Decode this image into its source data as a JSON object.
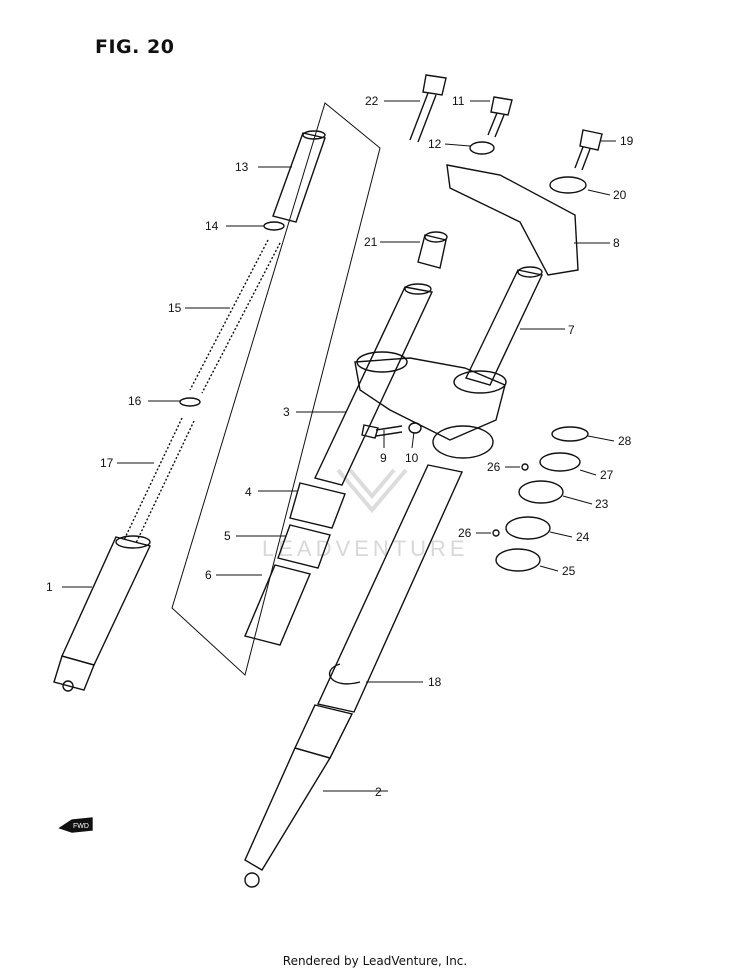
{
  "figure_title": "FIG. 20",
  "footer": "Rendered by LeadVenture, Inc.",
  "watermark": "LEADVENTURE",
  "fwd_label": "FWD",
  "callouts": [
    "1",
    "2",
    "3",
    "4",
    "5",
    "6",
    "7",
    "8",
    "9",
    "10",
    "11",
    "12",
    "13",
    "14",
    "15",
    "16",
    "17",
    "18",
    "19",
    "20",
    "21",
    "22",
    "23",
    "24",
    "25",
    "26",
    "26",
    "27",
    "28"
  ]
}
